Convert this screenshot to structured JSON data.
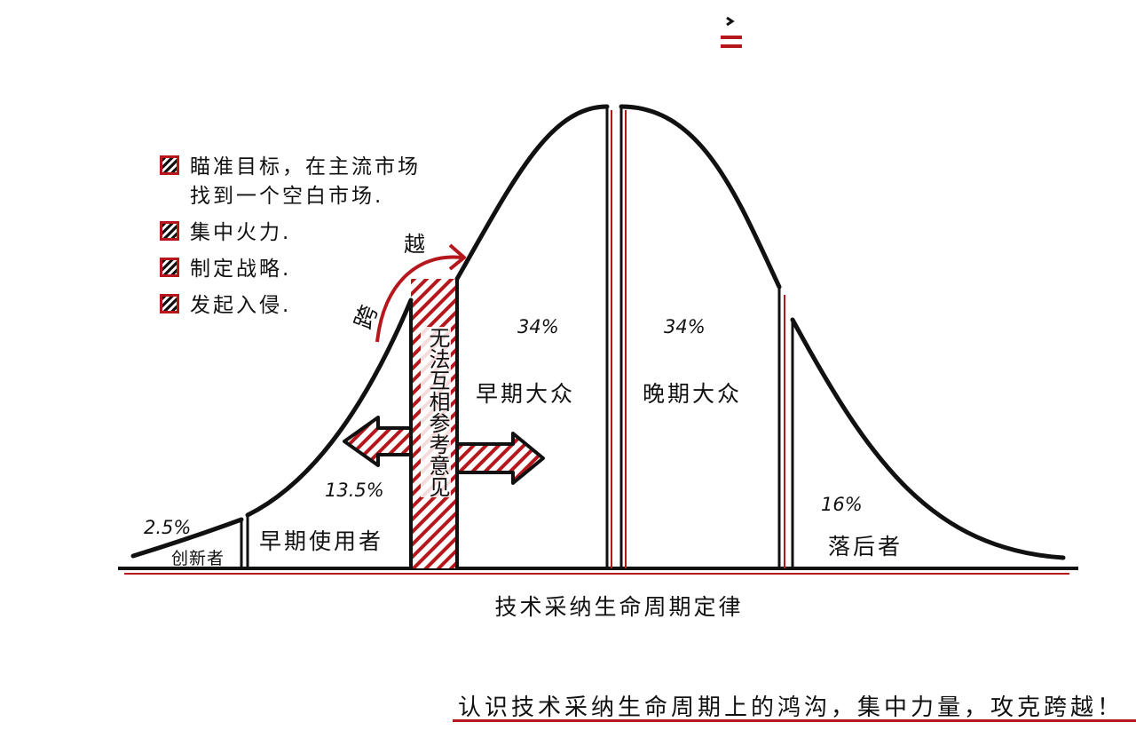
{
  "legend": {
    "items": [
      {
        "text": "瞄准目标，在主流市场\n找到一个空白市场."
      },
      {
        "text": "集中火力."
      },
      {
        "text": "制定战略."
      },
      {
        "text": "发起入侵."
      }
    ]
  },
  "segments": {
    "innovators": {
      "name": "创新者",
      "pct": "2.5%"
    },
    "early_adopters": {
      "name": "早期使用者",
      "pct": "13.5%"
    },
    "early_majority": {
      "name": "早期大众",
      "pct": "34%"
    },
    "late_majority": {
      "name": "晚期大众",
      "pct": "34%"
    },
    "laggards": {
      "name": "落后者",
      "pct": "16%"
    }
  },
  "chasm": {
    "label": "无法互相参考意见",
    "cross_left": "跨",
    "cross_right": "越"
  },
  "axis_title": "技术采纳生命周期定律",
  "bottom_note": "认识技术采纳生命周期上的鸿沟，集中力量，攻克跨越！",
  "colors": {
    "accent": "#b5171c",
    "ink": "#111111"
  }
}
